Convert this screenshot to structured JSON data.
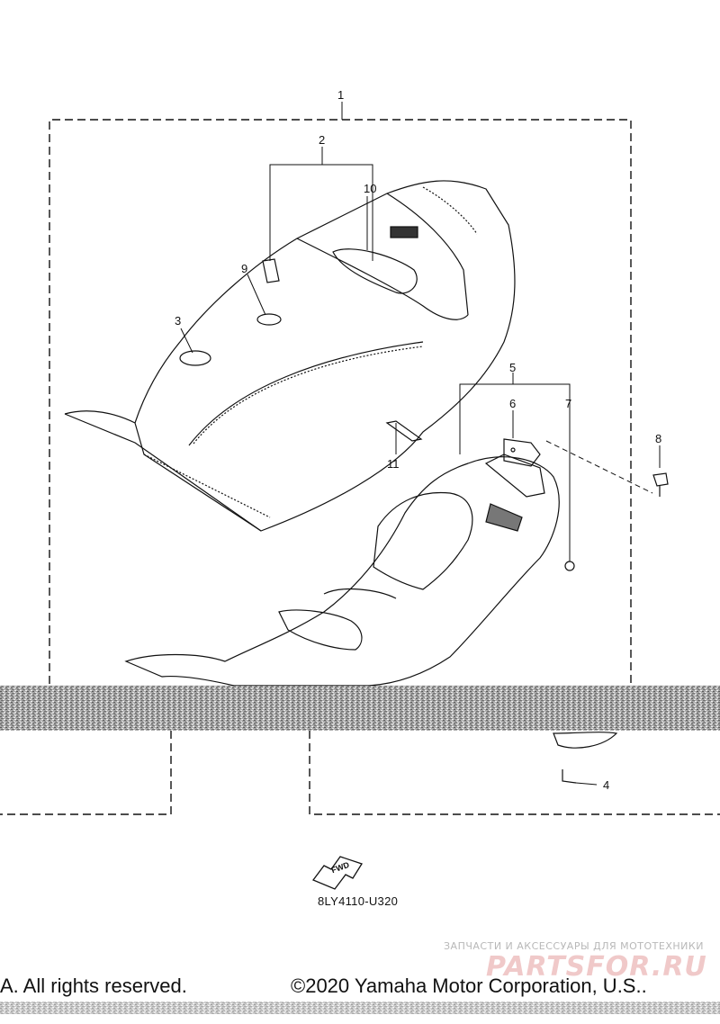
{
  "callouts": [
    {
      "id": "1",
      "label": "1"
    },
    {
      "id": "2",
      "label": "2"
    },
    {
      "id": "3",
      "label": "3"
    },
    {
      "id": "4",
      "label": "4"
    },
    {
      "id": "5",
      "label": "5"
    },
    {
      "id": "6",
      "label": "6"
    },
    {
      "id": "7",
      "label": "7"
    },
    {
      "id": "8",
      "label": "8"
    },
    {
      "id": "9",
      "label": "9"
    },
    {
      "id": "10",
      "label": "10"
    },
    {
      "id": "11",
      "label": "11"
    }
  ],
  "fwd_label": "FWD",
  "diagram_code": "8LY4110-U320",
  "watermark": {
    "tagline": "ЗАПЧАСТИ И АКСЕССУАРЫ ДЛЯ МОТОТЕХНИКИ",
    "logo": "PARTSFOR.RU"
  },
  "copyright": {
    "left": "A. All rights reserved.",
    "right": "©2020 Yamaha Motor Corporation, U.S.."
  }
}
